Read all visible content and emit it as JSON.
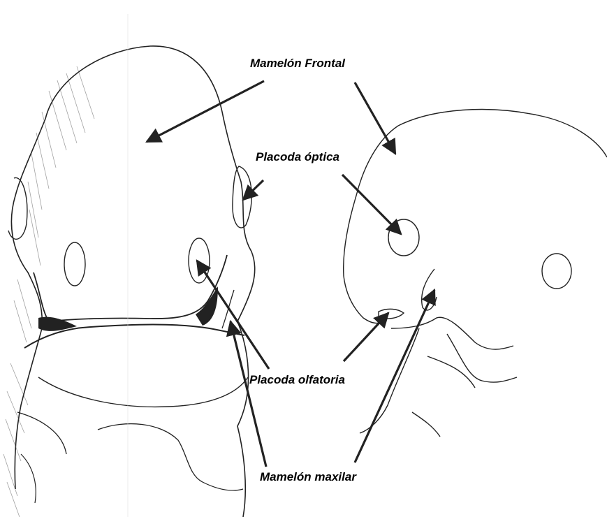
{
  "labels": {
    "frontal": "Mamelón  Frontal",
    "optica": "Placoda óptica",
    "olfatoria": "Placoda olfatoria",
    "maxilar": "Mamelón maxilar"
  }
}
